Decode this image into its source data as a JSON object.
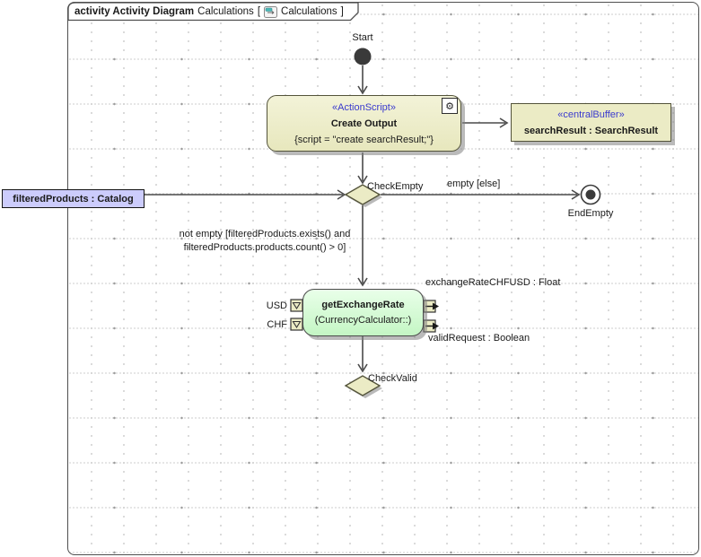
{
  "frame": {
    "keyword": "activity Activity Diagram",
    "name": "Calculations",
    "open_bracket": "[",
    "context": "Calculations",
    "close_bracket": "]",
    "diagram_icon": "activity-diagram-icon"
  },
  "nodes": {
    "start": {
      "label": "Start"
    },
    "create_output": {
      "stereotype": "«ActionScript»",
      "name": "Create Output",
      "body": "{script = \"create searchResult;\"}",
      "decoration_icon": "gear-icon"
    },
    "search_result_buffer": {
      "stereotype": "«centralBuffer»",
      "name": "searchResult : SearchResult"
    },
    "check_empty": {
      "label": "CheckEmpty"
    },
    "filtered_products": {
      "label": "filteredProducts : Catalog"
    },
    "end_empty": {
      "label": "EndEmpty"
    },
    "get_exchange_rate": {
      "name": "getExchangeRate",
      "qualifier": "(CurrencyCalculator::)"
    },
    "check_valid": {
      "label": "CheckValid"
    }
  },
  "pins": {
    "usd": {
      "label": "USD"
    },
    "chf": {
      "label": "CHF"
    },
    "exchange_rate": {
      "label": "exchangeRateCHFUSD : Float"
    },
    "valid_request": {
      "label": "validRequest : Boolean"
    }
  },
  "edges": {
    "empty": {
      "guard": "empty [else]"
    },
    "not_empty": {
      "guard_line1": "not empty [filteredProducts.exists() and",
      "guard_line2": "filteredProducts.products.count() > 0]"
    }
  },
  "colors": {
    "action_fill": "#ebebc5",
    "green_action_fill": "#ccffcc",
    "parameter_fill": "#ccccfc",
    "stereotype_text": "#3a3ace",
    "node_fill_dark": "#3a3a3a",
    "line": "#4a4a4a",
    "shadow": "#828282"
  }
}
